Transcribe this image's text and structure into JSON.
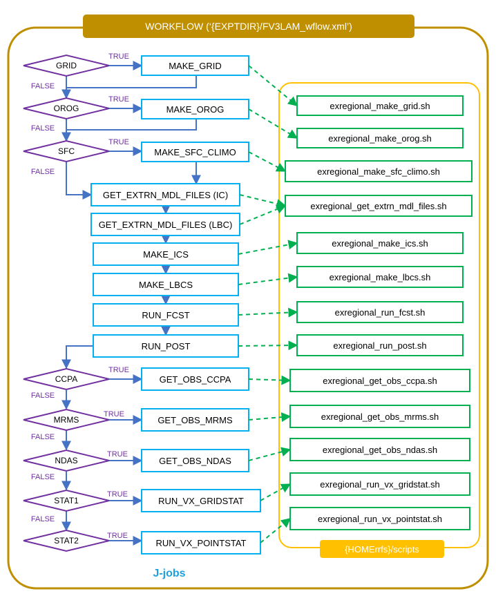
{
  "title": "WORKFLOW (‘{EXPTDIR}/FV3LAM_wflow.xml’)",
  "scripts_dir_label": "{HOMErrfs}/scripts",
  "jjobs_label": "J-jobs",
  "branch_labels": {
    "true": "TRUE",
    "false": "FALSE"
  },
  "colors": {
    "workflow_frame": "#bf8f00",
    "scripts_frame": "#ffc000",
    "task_box": "#00b0f0",
    "decision": "#7030a0",
    "flow_arrow": "#4472c4",
    "script_box": "#00b050",
    "jjobs_text": "#1ea0e0"
  },
  "decisions": [
    "GRID",
    "OROG",
    "SFC",
    "CCPA",
    "MRMS",
    "NDAS",
    "STAT1",
    "STAT2"
  ],
  "tasks": [
    "MAKE_GRID",
    "MAKE_OROG",
    "MAKE_SFC_CLIMO",
    "GET_EXTRN_MDL_FILES (IC)",
    "GET_EXTRN_MDL_FILES (LBC)",
    "MAKE_ICS",
    "MAKE_LBCS",
    "RUN_FCST",
    "RUN_POST",
    "GET_OBS_CCPA",
    "GET_OBS_MRMS",
    "GET_OBS_NDAS",
    "RUN_VX_GRIDSTAT",
    "RUN_VX_POINTSTAT"
  ],
  "scripts": [
    "exregional_make_grid.sh",
    "exregional_make_orog.sh",
    "exregional_make_sfc_climo.sh",
    "exregional_get_extrn_mdl_files.sh",
    "exregional_make_ics.sh",
    "exregional_make_lbcs.sh",
    "exregional_run_fcst.sh",
    "exregional_run_post.sh",
    "exregional_get_obs_ccpa.sh",
    "exregional_get_obs_mrms.sh",
    "exregional_get_obs_ndas.sh",
    "exregional_run_vx_gridstat.sh",
    "exregional_run_vx_pointstat.sh"
  ]
}
